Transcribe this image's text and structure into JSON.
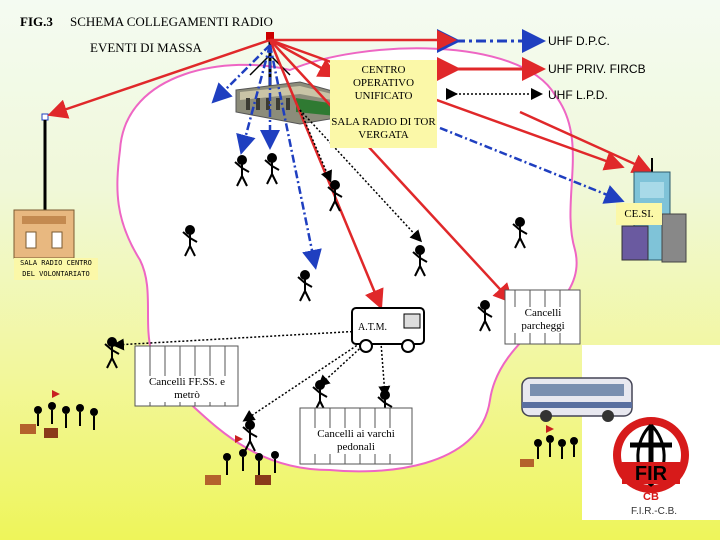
{
  "figure_number": "FIG.3",
  "title": "SCHEMA COLLEGAMENTI RADIO",
  "subtitle": "EVENTI  DI  MASSA",
  "legend": [
    {
      "label": "UHF  D.P.C.",
      "color": "#1f3fc0",
      "style": "dash-dot"
    },
    {
      "label": "UHF PRIV. FIRCB",
      "color": "#e0282a",
      "style": "solid"
    },
    {
      "label": "UHF L.P.D.",
      "color": "#000000",
      "style": "dotted"
    }
  ],
  "nodes": {
    "centro_operativo": "CENTRO OPERATIVO UNIFICATO",
    "sala_tor_vergata": "SALA RADIO DI TOR VERGATA",
    "ces": "CE.SI.",
    "sala_volontariato": "SALA RADIO CENTRO DEL VOLONTARIATO",
    "atm_van": "A.T.M.",
    "cancelli_parcheggi": "Cancelli parcheggi",
    "cancelli_ffss": "Cancelli FF.SS. e metrò",
    "cancelli_varchi": "Cancelli ai varchi pedonali"
  },
  "logo": {
    "text": "FIR",
    "sub": "CB",
    "caption": "F.I.R.-C.B."
  }
}
